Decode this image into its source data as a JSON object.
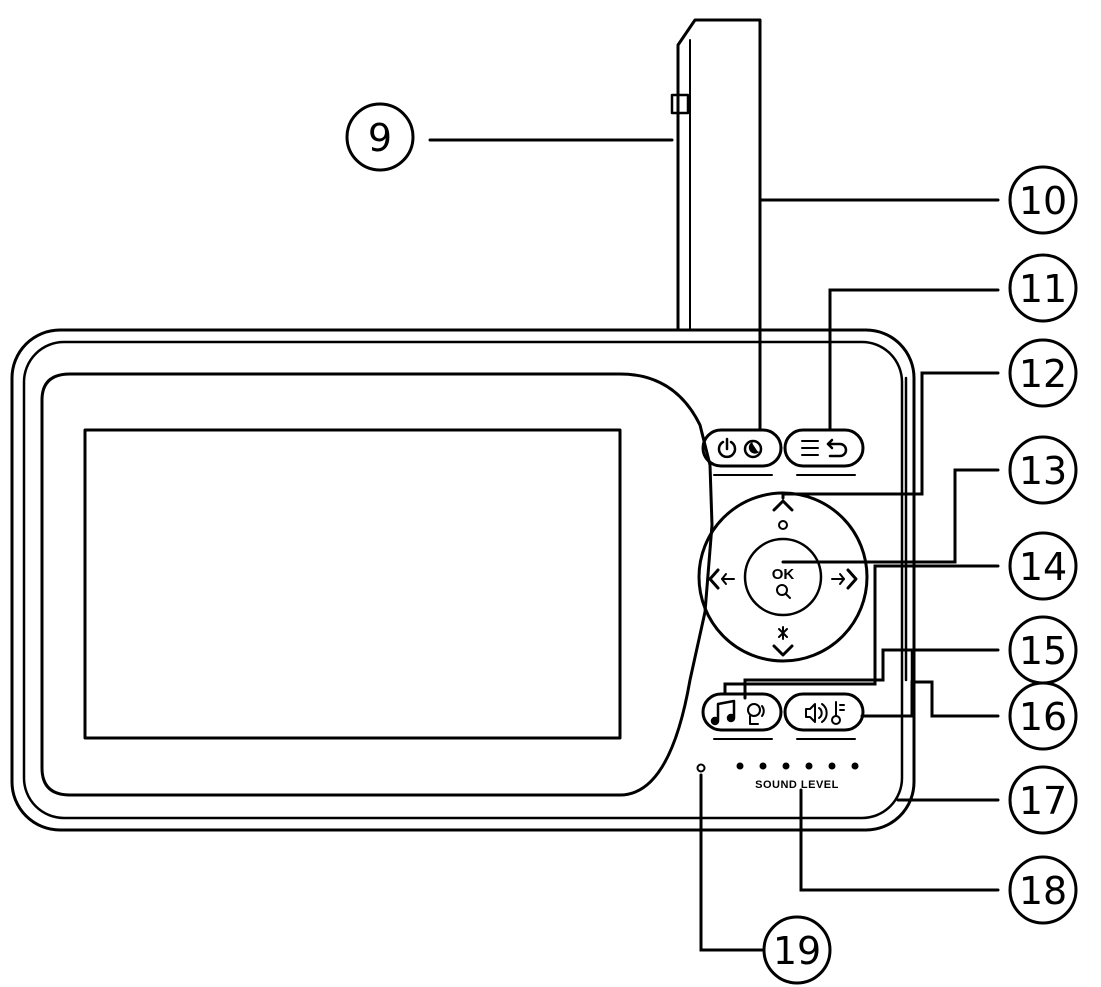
{
  "callouts": [
    {
      "id": "9",
      "label": "9"
    },
    {
      "id": "10",
      "label": "10"
    },
    {
      "id": "11",
      "label": "11"
    },
    {
      "id": "12",
      "label": "12"
    },
    {
      "id": "13",
      "label": "13"
    },
    {
      "id": "14",
      "label": "14"
    },
    {
      "id": "15",
      "label": "15"
    },
    {
      "id": "16",
      "label": "16"
    },
    {
      "id": "17",
      "label": "17"
    },
    {
      "id": "18",
      "label": "18"
    },
    {
      "id": "19",
      "label": "19"
    }
  ],
  "dpad": {
    "center_label": "OK"
  },
  "sound_level": {
    "label": "SOUND LEVEL",
    "led_count": 6
  },
  "icons": [
    "power-icon",
    "moon-icon",
    "menu-icon",
    "back-icon",
    "chevron-up-icon",
    "chevron-down-icon",
    "chevron-left-icon",
    "chevron-right-icon",
    "zoom-icon",
    "music-note-icon",
    "intercom-icon",
    "volume-icon",
    "temperature-icon"
  ],
  "colors": {
    "line": "#000000",
    "background": "#ffffff"
  }
}
